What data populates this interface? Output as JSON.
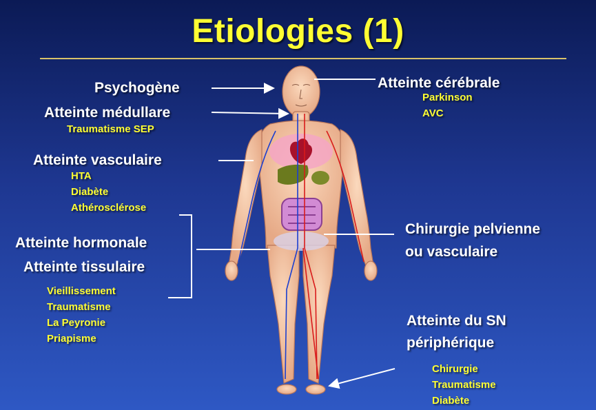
{
  "title": "Etiologies (1)",
  "left": {
    "psychogene": "Psychogène",
    "medullaire": {
      "label": "Atteinte médullare",
      "detail": "Traumatisme SEP"
    },
    "vasculaire": {
      "label": "Atteinte vasculaire",
      "items": [
        "HTA",
        "Diabète",
        "Athérosclérose"
      ]
    },
    "hormonale": "Atteinte hormonale",
    "tissulaire": {
      "label": "Atteinte tissulaire",
      "items": [
        "Vieillissement",
        "Traumatisme",
        "La Peyronie",
        "Priapisme"
      ]
    }
  },
  "right": {
    "cerebrale": {
      "label": "Atteinte cérébrale",
      "items": [
        "Parkinson",
        "AVC"
      ]
    },
    "chirurgie": {
      "line1": "Chirurgie pelvienne",
      "line2": "ou vasculaire"
    },
    "sn": {
      "line1": "Atteinte du SN",
      "line2": "périphérique",
      "items": [
        "Chirurgie",
        "Traumatisme",
        "Diabète"
      ]
    }
  },
  "colors": {
    "title": "#ffff33",
    "label": "#ffffff",
    "sublabel": "#ffff33",
    "background": "#1e3791"
  }
}
